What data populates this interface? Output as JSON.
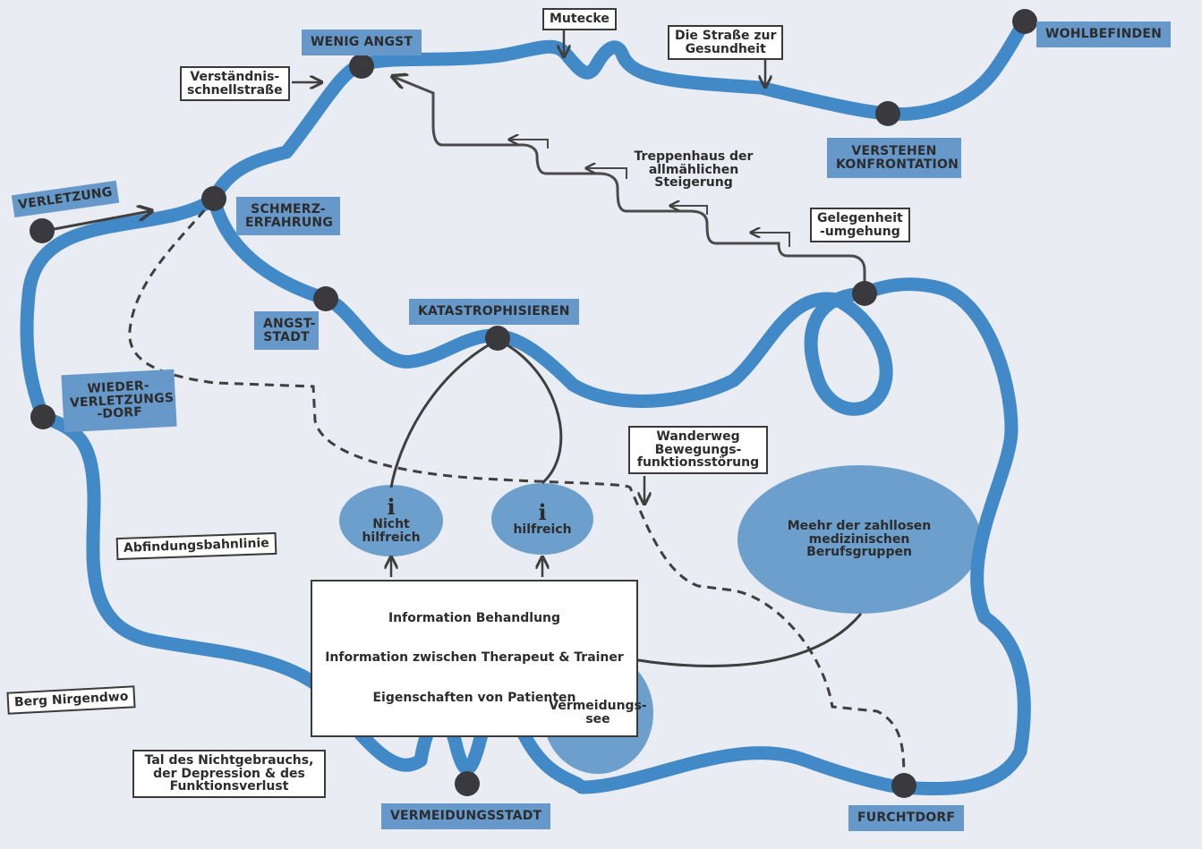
{
  "colors": {
    "road": "#4189c7",
    "label_bg": "#6699c9",
    "dot": "#3a3a3e",
    "path": "#4a4a4a",
    "lake": "#6c9fcc",
    "background": "#e9ecf2"
  },
  "places": {
    "verletzung": "VERLETZUNG",
    "schmerz": [
      "SCHMERZ-",
      "ERFAHRUNG"
    ],
    "wenig_angst": "WENIG ANGST",
    "wohlbefinden": "WOHLBEFINDEN",
    "verstehen": [
      "VERSTEHEN",
      "KONFRONTATION"
    ],
    "angst_stadt": [
      "ANGST-",
      "STADT"
    ],
    "katastrophisieren": "KATASTROPHISIEREN",
    "wieder": [
      "WIEDER-",
      "VERLETZUNGS",
      "-DORF"
    ],
    "vermeidungsstadt": "VERMEIDUNGSSTADT",
    "furchtdorf": "FURCHTDORF"
  },
  "signs": {
    "mutecke": "Mutecke",
    "strasse": [
      "Die Straße zur",
      "Gesundheit"
    ],
    "verstaendnis": [
      "Verständnis-",
      "schnellstraße"
    ],
    "treppenhaus": [
      "Treppenhaus der",
      "allmählichen",
      "Steigerung"
    ],
    "gelegenheit": [
      "Gelegenheit",
      "-umgehung"
    ],
    "wanderweg": [
      "Wanderweg",
      "Bewegungs-",
      "funktionsstörung"
    ],
    "abfindung": "Abfindungsbahnlinie",
    "berg": "Berg Nirgendwo",
    "tal": [
      "Tal des Nichtgebrauchs,",
      "der Depression & des",
      "Funktionsverlust"
    ],
    "info_box": [
      "Information          Behandlung",
      "Information zwischen Therapeut & Trainer",
      "Eigenschaften von Patienten"
    ]
  },
  "bubbles": {
    "info_symbol": "i",
    "nicht_hilfreich": [
      "Nicht",
      "hilfreich"
    ],
    "hilfreich": "hilfreich",
    "meehr": [
      "Meehr der zahllosen",
      "medizinischen",
      "Berufsgruppen"
    ],
    "vermeidungssee": [
      "Vermeidungs-",
      "see"
    ]
  }
}
